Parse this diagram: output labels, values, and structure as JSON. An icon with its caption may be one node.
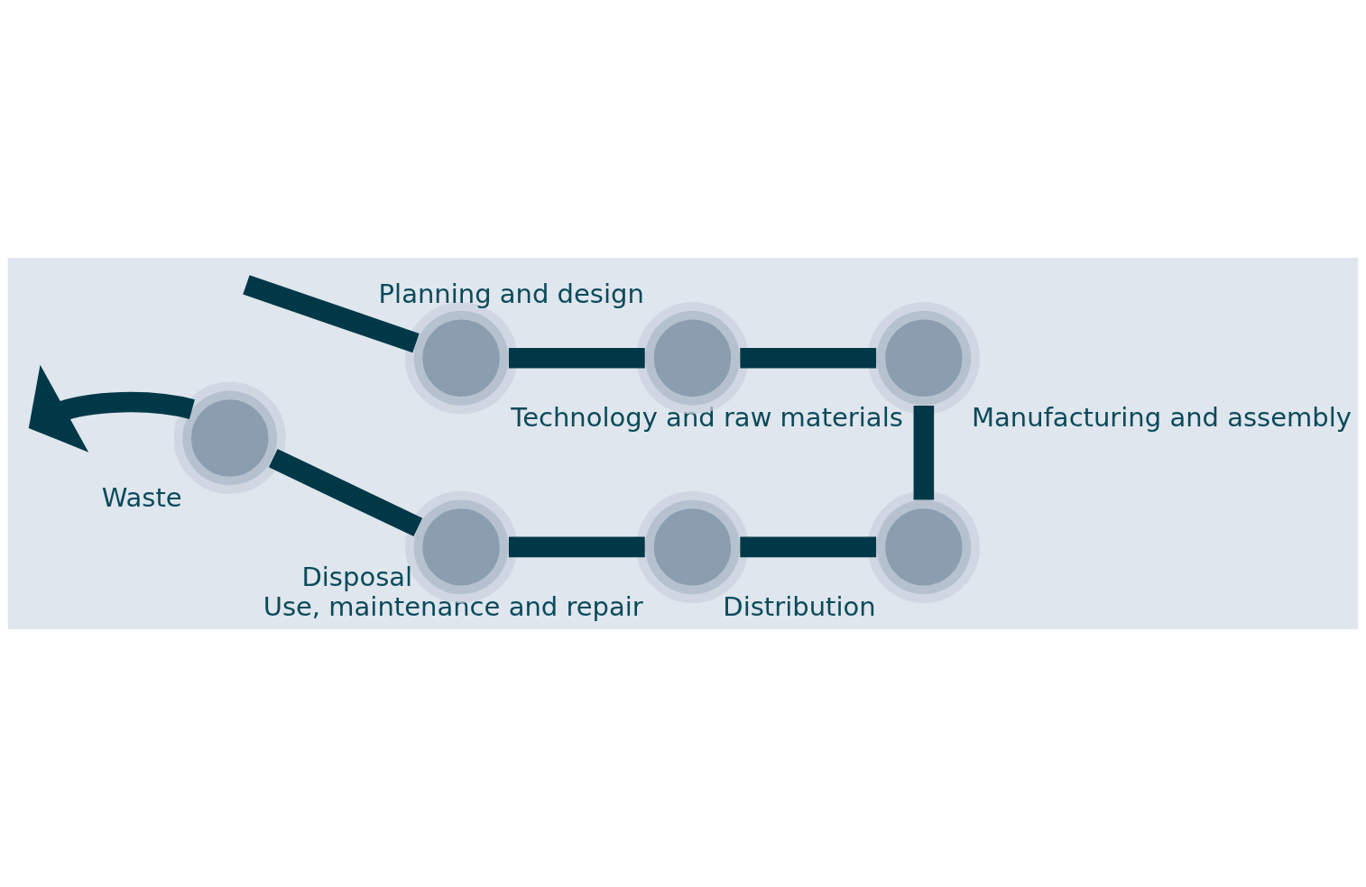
{
  "diagram": {
    "nodes": [
      {
        "text": [],
        "shape": "circle",
        "beside": [
          "Technology and raw materials"
        ]
      },
      {
        "text": [],
        "shape": "circle",
        "beside": [
          "Planning and design"
        ]
      },
      {
        "text": [],
        "shape": "circle",
        "beside": [
          "Manufacturing and assembly"
        ]
      },
      {
        "text": [],
        "shape": "circle",
        "beside": [
          "Distribution"
        ]
      },
      {
        "text": [],
        "shape": "circle",
        "beside": [
          "Use, maintenance and repair"
        ]
      },
      {
        "text": [],
        "shape": "circle",
        "beside": [
          "Disposal"
        ]
      },
      {
        "text": [],
        "shape": "circle",
        "beside": [
          "Waste"
        ]
      }
    ],
    "edges": [
      {
        "from": null,
        "to": 0,
        "arrow": "none"
      },
      {
        "from": 0,
        "to": 1,
        "arrow": "none"
      },
      {
        "from": 1,
        "to": 2,
        "arrow": "none"
      },
      {
        "from": 2,
        "to": 3,
        "arrow": "none"
      },
      {
        "from": 3,
        "to": 4,
        "arrow": "none"
      },
      {
        "from": 4,
        "to": 5,
        "arrow": "none"
      },
      {
        "from": 5,
        "to": 6,
        "arrow": "none"
      },
      {
        "from": 6,
        "to": null,
        "arrow": "to"
      }
    ]
  }
}
